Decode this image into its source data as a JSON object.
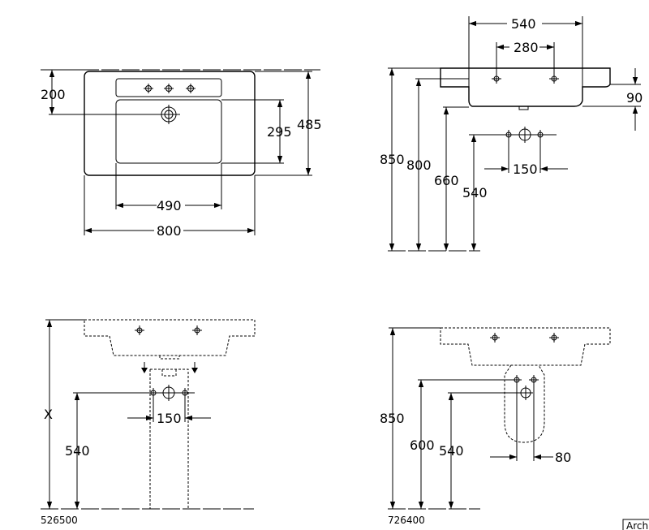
{
  "top_front": {
    "width_overall": "800",
    "width_bowl": "490"
  },
  "top_side": {
    "offset_taphole": "200",
    "depth_bowl": "295",
    "depth_overall": "485"
  },
  "side_view": {
    "hole_spacing_outer": "540",
    "hole_spacing_inner": "280",
    "height_apron": "90",
    "height_top": "850",
    "height_rim": "800",
    "height_under": "660",
    "height_waste": "540",
    "waste_spacing": "150"
  },
  "pedestal_front": {
    "height_var": "X",
    "height_waste": "540",
    "waste_spacing": "150",
    "article_code": "526500"
  },
  "semi_pedestal": {
    "height_top": "850",
    "height_pipe": "600",
    "height_waste": "540",
    "pipe_width": "80",
    "article_code": "726400"
  },
  "corner_label": "Arch"
}
